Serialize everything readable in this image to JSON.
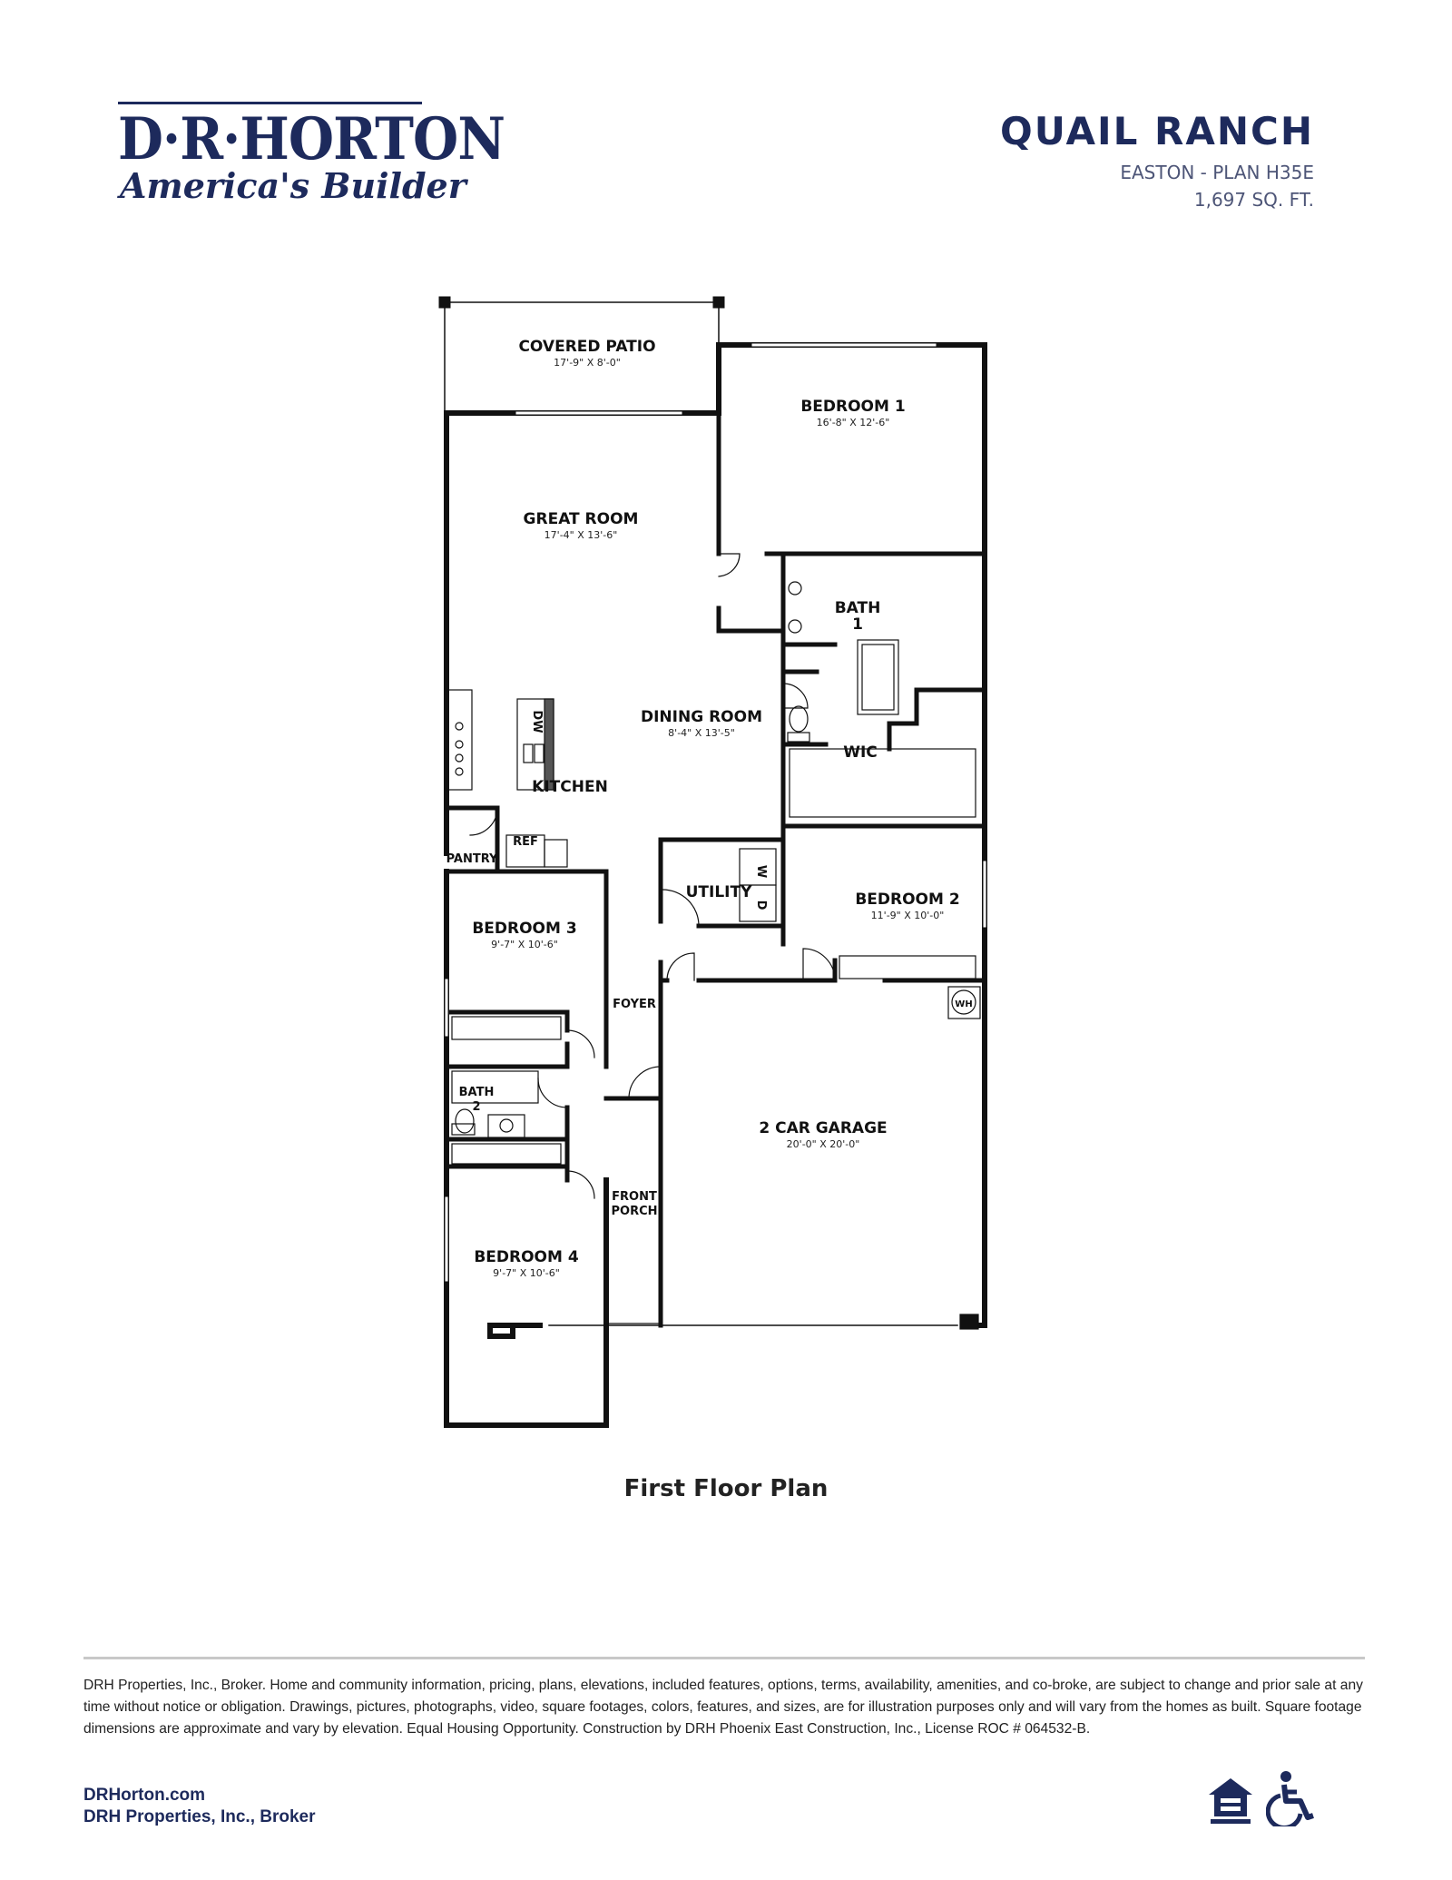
{
  "brand": {
    "name": "D·R·HORTON",
    "tagline": "America's Builder",
    "color": "#1d2a5c"
  },
  "header": {
    "community": "QUAIL RANCH",
    "plan": "EASTON - PLAN H35E",
    "sqft": "1,697 SQ. FT."
  },
  "rooms": {
    "covered_patio": {
      "name": "COVERED PATIO",
      "dim": "17'-9\" X 8'-0\""
    },
    "great_room": {
      "name": "GREAT ROOM",
      "dim": "17'-4\" X 13'-6\""
    },
    "bedroom1": {
      "name": "BEDROOM 1",
      "dim": "16'-8\" X 12'-6\""
    },
    "bath1_a": "BATH",
    "bath1_b": "1",
    "dining_room": {
      "name": "DINING ROOM",
      "dim": "8'-4\" X 13'-5\""
    },
    "wic": "WIC",
    "kitchen": "KITCHEN",
    "pantry": "PANTRY",
    "ref": "REF",
    "dw": "DW",
    "utility": "UTILITY",
    "washer": "W",
    "dryer": "D",
    "bedroom2": {
      "name": "BEDROOM 2",
      "dim": "11'-9\" X 10'-0\""
    },
    "bedroom3": {
      "name": "BEDROOM 3",
      "dim": "9'-7\" X 10'-6\""
    },
    "foyer": "FOYER",
    "wh": "WH",
    "bath2_a": "BATH",
    "bath2_b": "2",
    "garage": {
      "name": "2 CAR GARAGE",
      "dim": "20'-0\" X 20'-0\""
    },
    "front_porch_a": "FRONT",
    "front_porch_b": "PORCH",
    "bedroom4": {
      "name": "BEDROOM 4",
      "dim": "9'-7\" X 10'-6\""
    }
  },
  "caption": "First Floor Plan",
  "footer": {
    "disclaimer": "DRH Properties, Inc., Broker. Home and community information, pricing, plans, elevations, included features, options, terms, availability, amenities, and co-broke, are subject to change and prior sale at any time without notice or obligation. Drawings, pictures, photographs, video, square footages, colors, features, and sizes, are for illustration purposes only and will vary from the homes as built. Square footage dimensions are approximate and vary by elevation. Equal Housing Opportunity. Construction by DRH Phoenix East Construction, Inc., License ROC # 064532-B.",
    "website": "DRHorton.com",
    "broker": "DRH Properties, Inc., Broker",
    "icons": [
      "equal-housing-icon",
      "accessibility-icon"
    ]
  }
}
